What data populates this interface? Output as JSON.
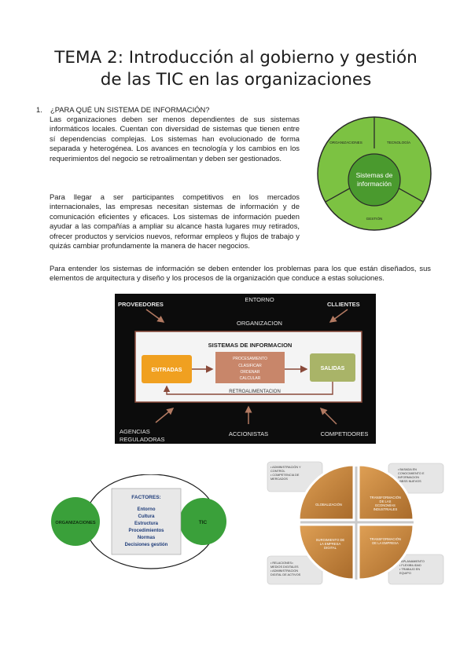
{
  "title": {
    "line1": "TEMA 2: Introducción al gobierno y gestión",
    "line2": "de las TIC en las organizaciones"
  },
  "section": {
    "number": "1.",
    "heading": "¿PARA QUÉ UN SISTEMA DE INFORMACIÓN?",
    "paragraph1": "Las organizaciones deben ser menos dependientes de sus sistemas informáticos locales. Cuentan con diversidad de sistemas que tienen entre sí dependencias complejas. Los sistemas han evolucionado de forma separada y heterogénea. Los avances en tecnología y los cambios en los requerimientos del negocio se retroalimentan y deben ser gestionados.",
    "paragraph2": "Para llegar a ser participantes competitivos en los mercados internacionales, las empresas necesitan sistemas de información y de comunicación eficientes y eficaces. Los sistemas de información pueden ayudar a las compañías a ampliar su alcance hasta lugares muy retirados, ofrecer productos y servicios nuevos, reformar empleos y flujos de trabajo y quizás cambiar profundamente la manera de hacer negocios.",
    "paragraph3": "Para entender los sistemas de información se deben entender los problemas para los que están diseñados, sus elementos de arquitectura y diseño y los procesos de la organización que conduce a estas soluciones."
  },
  "fig_circle": {
    "center_line1": "Sistemas de",
    "center_line2": "información",
    "left": "ORGANIZACIONES",
    "right": "TECNOLOGÍA",
    "bottom": "GESTIÓN",
    "colors": {
      "outer": "#7cc242",
      "inner": "#4a9a2e",
      "stroke": "#2a2a2a"
    }
  },
  "fig_system": {
    "entorno": "ENTORNO",
    "proveedores": "PROVEEDORES",
    "clientes": "CLLIENTES",
    "organizacion": "ORGANIZACION",
    "sistemas": "SISTEMAS DE INFORMACION",
    "entradas": "ENTRADAS",
    "proc1": "PROCESAMIENTO",
    "proc2": "CLASIFICAR",
    "proc3": "ORDENAR",
    "proc4": "CALCULAR",
    "salidas": "SALIDAS",
    "retro": "RETROALIMENTACION",
    "agencias1": "AGENCIAS",
    "agencias2": "REGULADORAS",
    "accionistas": "ACCIONISTAS",
    "competidores": "COMPETIDORES",
    "colors": {
      "bg": "#0c0c0c",
      "entradas": "#f0a020",
      "proc": "#c8866a",
      "salidas": "#a9b468",
      "arrow": "#b37a62"
    }
  },
  "fig_factors": {
    "left": "ORGANIZACIONES",
    "right": "TIC",
    "heading": "FACTORES:",
    "items": [
      "Entorno",
      "Cultura",
      "Estructura",
      "Procedimientos",
      "Normas",
      "Decisiones gestión"
    ],
    "colors": {
      "circle": "#3aa03a",
      "text": "#1f3d7a"
    }
  },
  "fig_quad": {
    "q_tl": "GLOBALIZACIÓN",
    "q_tr1": "TRANSFORMACIÓN",
    "q_tr2": "DE LAS",
    "q_tr3": "ECONOMÍAS",
    "q_tr4": "INDUSTRIALES",
    "q_bl1": "SURGIMIENTO DE",
    "q_bl2": "LA EMPRESA",
    "q_bl3": "DIGITAL",
    "q_br1": "TRANSFORMACIÓN",
    "q_br2": "DE LA EMPRESA",
    "box_tl": [
      "• ADMINISTRACIÓN Y",
      "  CONTROL",
      "• COMPETENCIA DE",
      "  MERCADOS"
    ],
    "box_tr": [
      "• BASADA EN",
      "  CONOCIMIENTO E",
      "  INFORMACION",
      "• BBSS NUEVOS"
    ],
    "box_bl": [
      "• RELACIONES=",
      "  MEDIOS DIGITALES",
      "• ADMINISTRACION",
      "  DIGITAL DE ACTIVOS"
    ],
    "box_br": [
      "• APLANAMIENTO",
      "• FLEXIBILIDAD",
      "• TRABAJO EN",
      "  EQUIPO"
    ],
    "colors": {
      "quad": "#d28e3e",
      "quad_dark": "#a86a2a",
      "box": "#e6e6e6"
    }
  }
}
